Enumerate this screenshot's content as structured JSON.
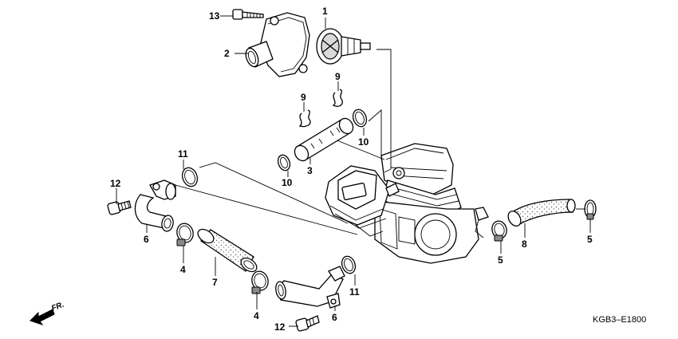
{
  "diagram": {
    "parts": [
      {
        "id": "p13",
        "number": "13"
      },
      {
        "id": "p1",
        "number": "1"
      },
      {
        "id": "p2",
        "number": "2"
      },
      {
        "id": "p9a",
        "number": "9"
      },
      {
        "id": "p9b",
        "number": "9"
      },
      {
        "id": "p10a",
        "number": "10"
      },
      {
        "id": "p10b",
        "number": "10"
      },
      {
        "id": "p3",
        "number": "3"
      },
      {
        "id": "p11a",
        "number": "11"
      },
      {
        "id": "p11b",
        "number": "11"
      },
      {
        "id": "p12a",
        "number": "12"
      },
      {
        "id": "p12b",
        "number": "12"
      },
      {
        "id": "p6a",
        "number": "6"
      },
      {
        "id": "p6b",
        "number": "6"
      },
      {
        "id": "p4a",
        "number": "4"
      },
      {
        "id": "p4b",
        "number": "4"
      },
      {
        "id": "p7",
        "number": "7"
      },
      {
        "id": "p5a",
        "number": "5"
      },
      {
        "id": "p5b",
        "number": "5"
      },
      {
        "id": "p8",
        "number": "8"
      }
    ],
    "direction_label": "FR.",
    "diagram_code": "KGB3–E1800"
  }
}
